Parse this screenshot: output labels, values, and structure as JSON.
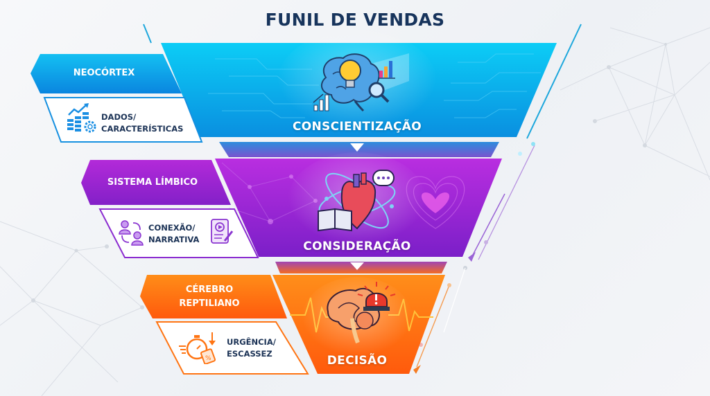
{
  "title": "FUNIL DE VENDAS",
  "stages": [
    {
      "name": "CONSCIENTIZAÇÃO",
      "color": "#0aa6ea",
      "brain_area": "NEOCÓRTEX",
      "description_line1": "DADOS/",
      "description_line2": "CARACTERÍSTICAS",
      "illustration": "brain-lightbulb-magnifier-charts-icon",
      "description_icon": "data-chart-gear-icon"
    },
    {
      "name": "CONSIDERAÇÃO",
      "color": "#9b27d6",
      "brain_area": "SISTEMA LÍMBICO",
      "description_line1": "CONEXÃO/",
      "description_line2": "NARRATIVA",
      "illustration": "heart-book-chat-atom-icon",
      "description_icon": "people-exchange-script-icon"
    },
    {
      "name": "DECISÃO",
      "color": "#ff7a12",
      "brain_area_line1": "CÉREBRO",
      "brain_area_line2": "REPTILIANO",
      "description_line1": "URGÊNCIA/",
      "description_line2": "ESCASSEZ",
      "illustration": "brain-alarm-heartbeat-icon",
      "description_icon": "stopwatch-discount-tag-icon"
    }
  ],
  "colors": {
    "title": "#17345c",
    "blue": "#0aa6ea",
    "purple": "#9b27d6",
    "orange": "#ff7a12"
  }
}
